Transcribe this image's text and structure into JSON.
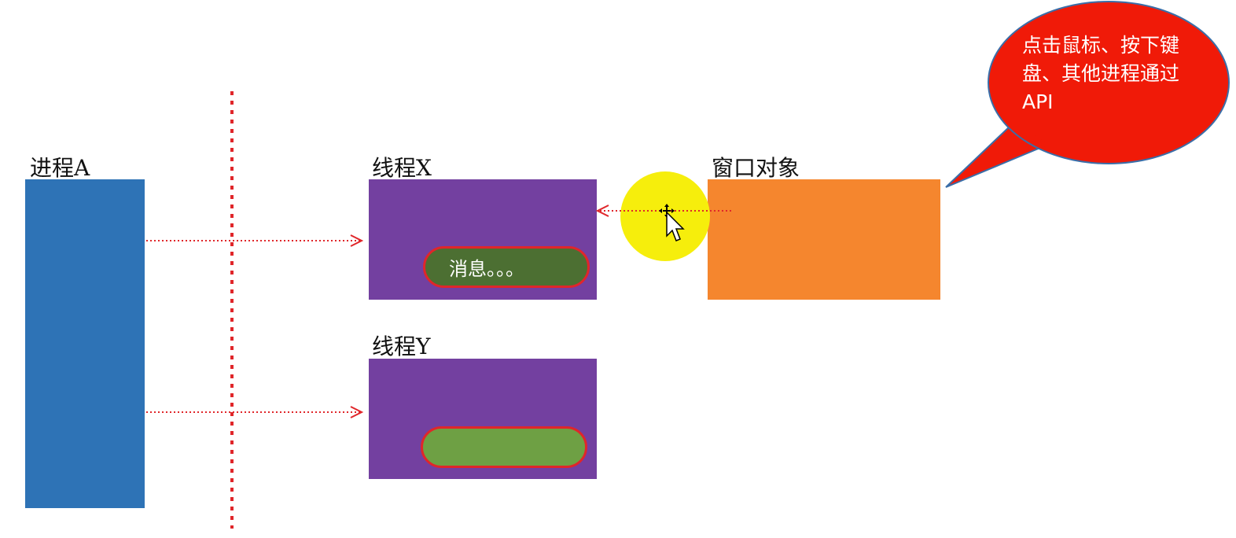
{
  "labels": {
    "process_a": "进程A",
    "thread_x": "线程X",
    "thread_y": "线程Y",
    "window_object": "窗口对象"
  },
  "message_text": "消息。。。",
  "callout_text": "点击鼠标、按下键盘、其他进程通过API",
  "colors": {
    "process": "#2e73b6",
    "thread": "#7340a0",
    "window": "#f5862e",
    "message_active": "#4c6f32",
    "message_idle": "#6ea044",
    "callout": "#f01a08",
    "arrow": "#e0262a",
    "highlight": "#f6ee0c"
  }
}
